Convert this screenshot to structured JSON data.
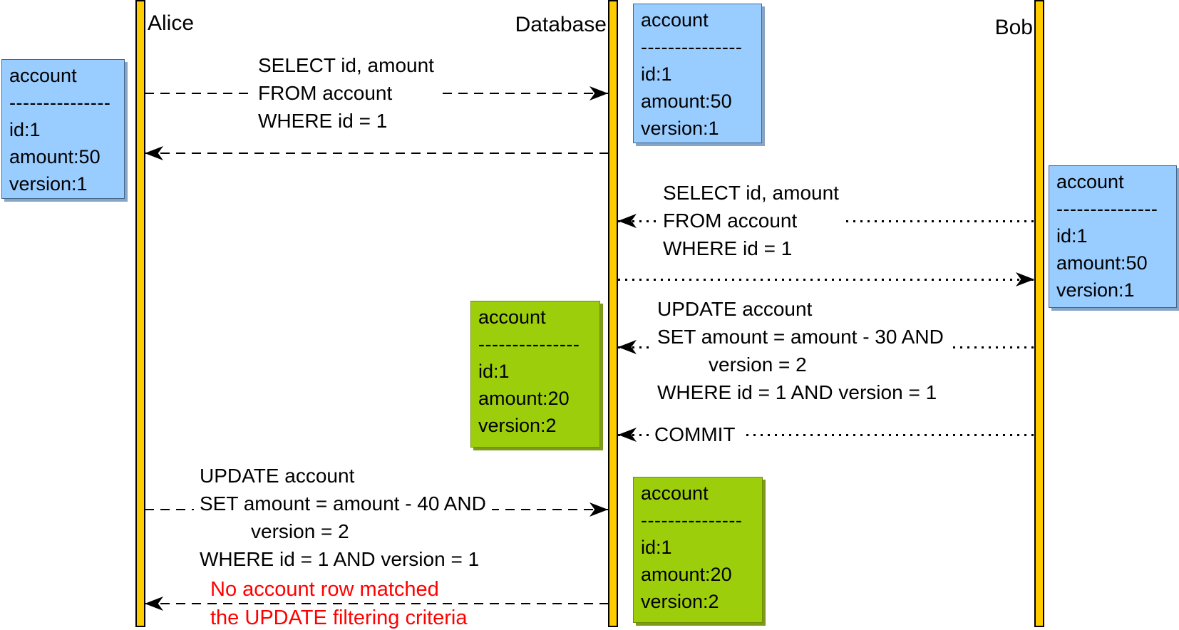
{
  "diagram": {
    "colors": {
      "lifeline_fill": "#FFCC00",
      "lifeline_border": "#000000",
      "state_v1_fill": "#99CCFF",
      "state_v2_fill": "#9DCE0C",
      "error_text": "#FF0000"
    },
    "lifelines": [
      {
        "id": "alice",
        "label": "Alice"
      },
      {
        "id": "database",
        "label": "Database"
      },
      {
        "id": "bob",
        "label": "Bob"
      }
    ],
    "state_boxes": [
      {
        "id": "alice-account-v1",
        "owner": "Alice",
        "variant": "blue",
        "title": "account",
        "divider": "---------------",
        "fields": [
          "id:1",
          "amount:50",
          "version:1"
        ]
      },
      {
        "id": "database-account-v1",
        "owner": "Database",
        "variant": "blue",
        "title": "account",
        "divider": "---------------",
        "fields": [
          "id:1",
          "amount:50",
          "version:1"
        ]
      },
      {
        "id": "bob-account-v1",
        "owner": "Bob",
        "variant": "blue",
        "title": "account",
        "divider": "---------------",
        "fields": [
          "id:1",
          "amount:50",
          "version:1"
        ]
      },
      {
        "id": "database-account-v2",
        "owner": "Database",
        "variant": "green",
        "title": "account",
        "divider": "---------------",
        "fields": [
          "id:1",
          "amount:20",
          "version:2"
        ]
      },
      {
        "id": "database-account-v2-committed",
        "owner": "Database",
        "variant": "green",
        "title": "account",
        "divider": "---------------",
        "fields": [
          "id:1",
          "amount:20",
          "version:2"
        ]
      }
    ],
    "messages": [
      {
        "id": "alice-select",
        "from": "Alice",
        "to": "Database",
        "style": "dashed",
        "label_lines": [
          "SELECT id, amount",
          "FROM account",
          "WHERE id = 1"
        ]
      },
      {
        "id": "alice-select-return",
        "from": "Database",
        "to": "Alice",
        "style": "dashed",
        "label_lines": []
      },
      {
        "id": "bob-select",
        "from": "Bob",
        "to": "Database",
        "style": "dotted",
        "label_lines": [
          "SELECT id, amount",
          "FROM account",
          "WHERE id = 1"
        ]
      },
      {
        "id": "bob-select-return",
        "from": "Database",
        "to": "Bob",
        "style": "dotted",
        "label_lines": []
      },
      {
        "id": "bob-update",
        "from": "Bob",
        "to": "Database",
        "style": "dotted",
        "label_lines": [
          "UPDATE account",
          "SET amount = amount - 30 AND",
          "version = 2",
          "WHERE id = 1 AND version = 1"
        ]
      },
      {
        "id": "bob-commit",
        "from": "Bob",
        "to": "Database",
        "style": "dotted",
        "label_lines": [
          "COMMIT"
        ]
      },
      {
        "id": "alice-update",
        "from": "Alice",
        "to": "Database",
        "style": "dashed",
        "label_lines": [
          "UPDATE account",
          "SET amount = amount - 40 AND",
          "version = 2",
          "WHERE id = 1 AND version = 1"
        ]
      },
      {
        "id": "alice-update-error",
        "from": "Database",
        "to": "Alice",
        "style": "dashed",
        "error_lines": [
          "No account row matched",
          "the UPDATE filtering criteria"
        ]
      }
    ]
  }
}
